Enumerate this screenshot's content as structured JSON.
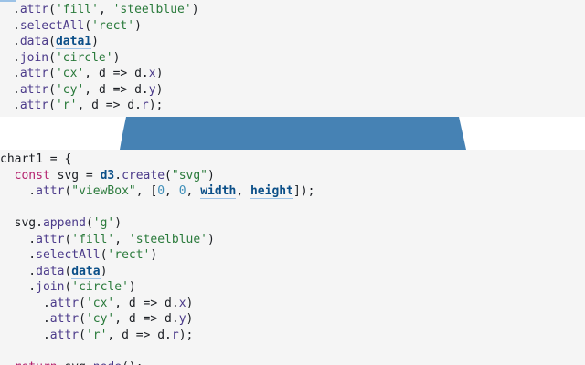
{
  "cell_top": {
    "lines": [
      ".attr('fill', 'steelblue')",
      ".selectAll('rect')",
      ".data(data1)",
      ".join('circle')",
      ".attr('cx', d => d.x)",
      ".attr('cy', d => d.y)",
      ".attr('r', d => d.r);"
    ]
  },
  "output": {
    "shape_color": "#4682b4"
  },
  "cell_bottom": {
    "lines": [
      "chart1 = {",
      "const svg = d3.create(\"svg\")",
      ".attr(\"viewBox\", [0, 0, width, height]);",
      "",
      "svg.append('g')",
      ".attr('fill', 'steelblue')",
      ".selectAll('rect')",
      ".data(data)",
      ".join('circle')",
      ".attr('cx', d => d.x)",
      ".attr('cy', d => d.y)",
      ".attr('r', d => d.r);",
      "",
      "return svg.node();"
    ]
  }
}
